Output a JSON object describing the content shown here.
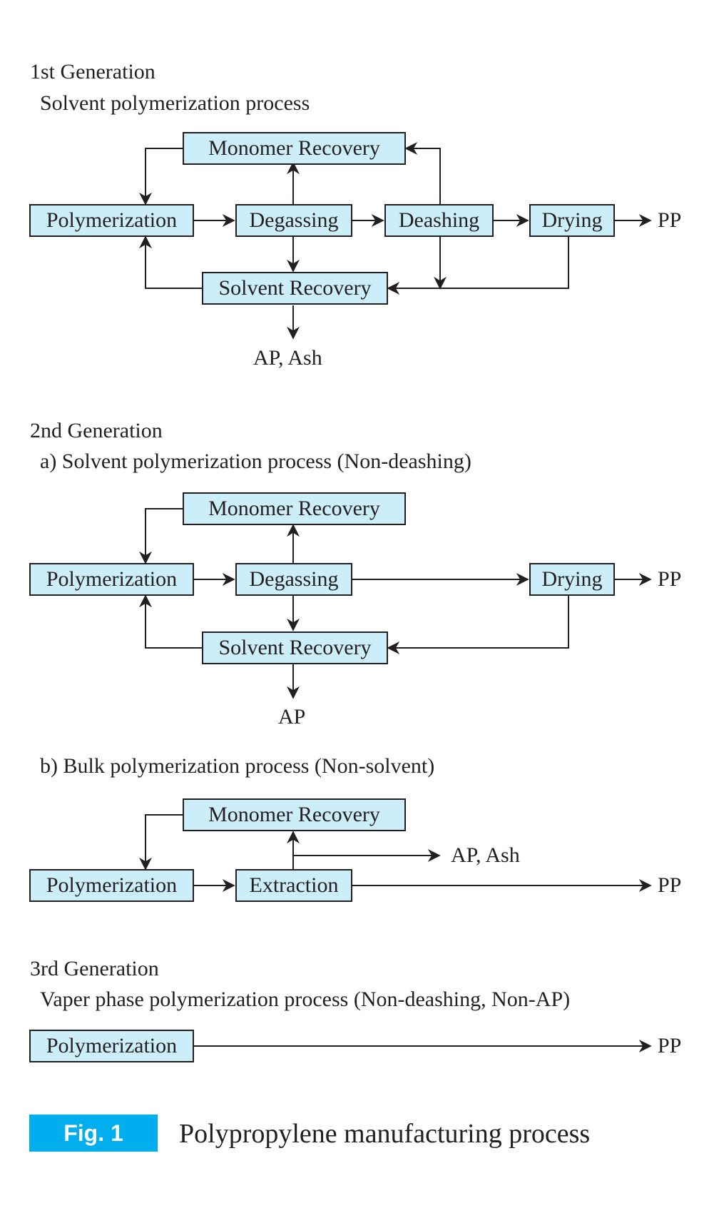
{
  "colors": {
    "box_fill": "#cceef9",
    "line": "#231f20",
    "fig_badge": "#00aeef"
  },
  "gen1": {
    "heading": "1st Generation",
    "process": "Solvent polymerization process",
    "boxes": {
      "monomer_recovery": "Monomer Recovery",
      "polymerization": "Polymerization",
      "degassing": "Degassing",
      "deashing": "Deashing",
      "drying": "Drying",
      "solvent_recovery": "Solvent Recovery"
    },
    "outputs": {
      "product": "PP",
      "waste": "AP, Ash"
    }
  },
  "gen2a": {
    "heading": "2nd Generation",
    "process": "a) Solvent polymerization process (Non-deashing)",
    "boxes": {
      "monomer_recovery": "Monomer Recovery",
      "polymerization": "Polymerization",
      "degassing": "Degassing",
      "drying": "Drying",
      "solvent_recovery": "Solvent Recovery"
    },
    "outputs": {
      "product": "PP",
      "waste": "AP"
    }
  },
  "gen2b": {
    "process": "b) Bulk polymerization process (Non-solvent)",
    "boxes": {
      "monomer_recovery": "Monomer Recovery",
      "polymerization": "Polymerization",
      "extraction": "Extraction"
    },
    "outputs": {
      "product": "PP",
      "waste": "AP, Ash"
    }
  },
  "gen3": {
    "heading": "3rd Generation",
    "process": "Vaper phase polymerization process (Non-deashing, Non-AP)",
    "boxes": {
      "polymerization": "Polymerization"
    },
    "outputs": {
      "product": "PP"
    }
  },
  "figure": {
    "badge": "Fig. 1",
    "caption": "Polypropylene manufacturing process"
  }
}
